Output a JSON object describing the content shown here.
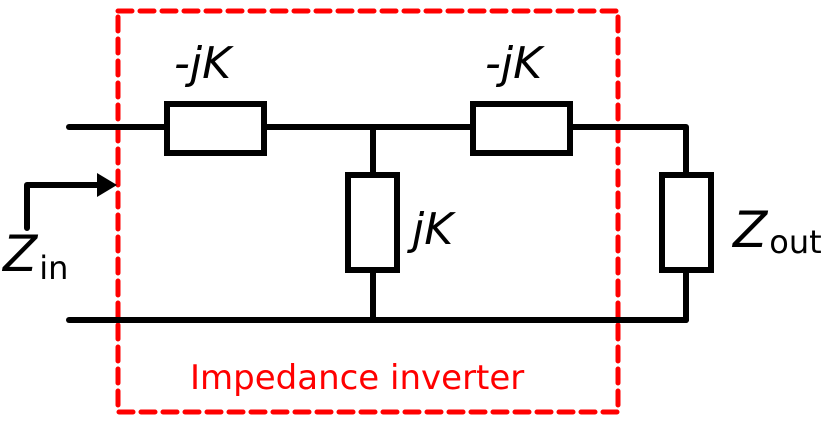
{
  "diagram": {
    "type": "circuit",
    "title": "Impedance inverter",
    "colors": {
      "wire": "#000000",
      "boundary": "#ff0000",
      "title_text": "#ff0000"
    },
    "components": [
      {
        "id": "series-1",
        "kind": "impedance",
        "orientation": "horizontal",
        "label": "-jK"
      },
      {
        "id": "series-2",
        "kind": "impedance",
        "orientation": "horizontal",
        "label": "-jK"
      },
      {
        "id": "shunt",
        "kind": "impedance",
        "orientation": "vertical",
        "label": "jK"
      },
      {
        "id": "load",
        "kind": "impedance",
        "orientation": "vertical",
        "label_main": "Z",
        "label_sub": "out"
      }
    ],
    "input": {
      "label_main": "Z",
      "label_sub": "in",
      "icon": "arrow-right-icon"
    },
    "connections": [
      "input-top -> series-1",
      "series-1 -> node-mid",
      "node-mid -> shunt",
      "node-mid -> series-2",
      "series-2 -> load",
      "shunt -> bottom-rail",
      "load -> bottom-rail"
    ]
  }
}
